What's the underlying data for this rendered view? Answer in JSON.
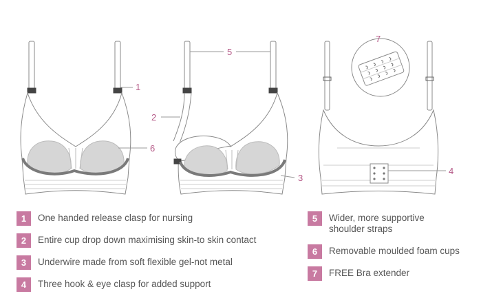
{
  "callouts": [
    "1",
    "2",
    "3",
    "4",
    "5",
    "6",
    "7"
  ],
  "legend": [
    {
      "num": "1",
      "lines": [
        "One handed release clasp for nursing"
      ]
    },
    {
      "num": "2",
      "lines": [
        "Entire cup drop down maximising skin-to skin contact"
      ]
    },
    {
      "num": "3",
      "lines": [
        "Underwire made from soft flexible gel-not metal"
      ]
    },
    {
      "num": "4",
      "lines": [
        "Three hook & eye clasp for added support"
      ]
    },
    {
      "num": "5",
      "lines": [
        "Wider, more supportive",
        "shoulder straps"
      ]
    },
    {
      "num": "6",
      "lines": [
        "Removable moulded foam cups"
      ]
    },
    {
      "num": "7",
      "lines": [
        "FREE Bra extender"
      ]
    }
  ],
  "colors": {
    "accent": "#c87aa1",
    "label": "#b55a88",
    "line": "#8a8a8a",
    "cup": "#d6d6d6",
    "underwire": "#7a7a7a"
  }
}
